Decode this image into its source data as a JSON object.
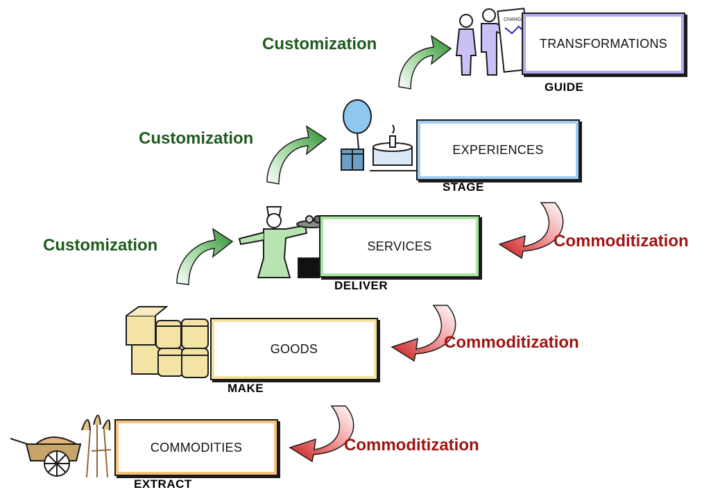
{
  "stages": [
    {
      "name": "TRANSFORMATIONS",
      "verb": "GUIDE",
      "color": "#b7a6f0"
    },
    {
      "name": "EXPERIENCES",
      "verb": "STAGE",
      "color": "#9ecbf0"
    },
    {
      "name": "SERVICES",
      "verb": "DELIVER",
      "color": "#a6e6a0"
    },
    {
      "name": "GOODS",
      "verb": "MAKE",
      "color": "#f5e3a0"
    },
    {
      "name": "COMMODITIES",
      "verb": "EXTRACT",
      "color": "#f5c27a"
    }
  ],
  "customization": [
    "Customization",
    "Customization",
    "Customization"
  ],
  "commoditization": [
    "Commoditization",
    "Commoditization",
    "Commoditization"
  ],
  "colors": {
    "customization": "#2e8b2e",
    "commoditization": "#c41a1a"
  }
}
